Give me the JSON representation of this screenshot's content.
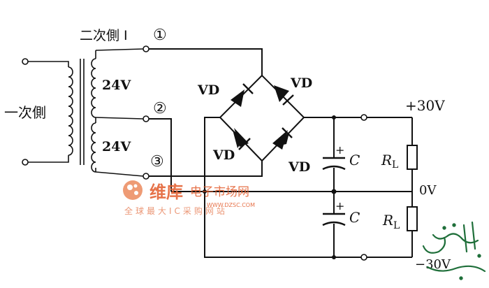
{
  "labels": {
    "secondary_side": "二次側 I",
    "primary_side": "一次側",
    "tap1": "①",
    "tap2": "②",
    "tap3": "③",
    "winding_upper_voltage": "24V",
    "winding_lower_voltage": "24V",
    "diode_top_left": "VD",
    "diode_top_right": "VD",
    "diode_bottom_left": "VD",
    "diode_bottom_right": "VD",
    "cap_upper": "C",
    "cap_lower": "C",
    "cap_plus": "+",
    "res_upper": "R",
    "res_upper_sub": "L",
    "res_lower": "R",
    "res_lower_sub": "L",
    "out_positive": "+30V",
    "out_zero": "0V",
    "out_negative": "−30V"
  },
  "watermark": {
    "brand": "维库",
    "site": "电子市场网",
    "url": "WWW.DZSC.COM",
    "slogan": "全球最大IC采购网站"
  },
  "colors": {
    "ink": "#111111",
    "watermark": "#e25a2a",
    "signature": "#1f6f3a"
  }
}
